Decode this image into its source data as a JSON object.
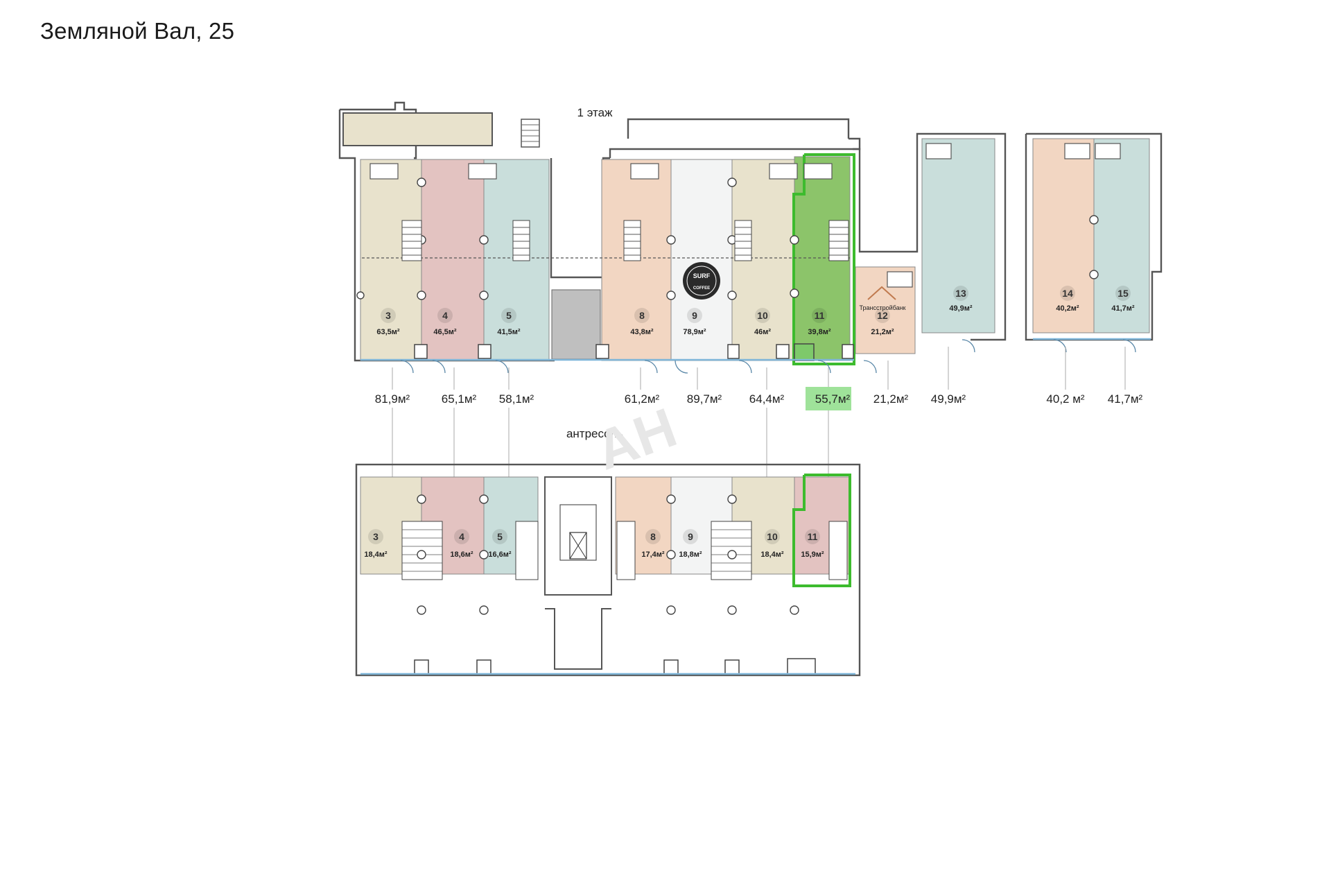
{
  "title": "Земляной Вал, 25",
  "floor_label": "1 этаж",
  "mezzanine_label": "антресоль",
  "colors": {
    "beige": "#e8e2cc",
    "pink": "#e3c3c1",
    "teal": "#c9dedb",
    "peach": "#f2d6c2",
    "light": "#f3f4f4",
    "green": "#8cc46a",
    "highlight": "#3dbb2e",
    "gray": "#bfbfbf"
  },
  "floor_units": [
    {
      "num": "3",
      "area": "63,5м²",
      "color": "beige"
    },
    {
      "num": "4",
      "area": "46,5м²",
      "color": "pink"
    },
    {
      "num": "5",
      "area": "41,5м²",
      "color": "teal"
    },
    {
      "num": "8",
      "area": "43,8м²",
      "color": "peach"
    },
    {
      "num": "9",
      "area": "78,9м²",
      "color": "light"
    },
    {
      "num": "10",
      "area": "46м²",
      "color": "beige"
    },
    {
      "num": "11",
      "area": "39,8м²",
      "color": "green"
    },
    {
      "num": "12",
      "area": "21,2м²",
      "color": "peach"
    },
    {
      "num": "13",
      "area": "49,9м²",
      "color": "teal"
    },
    {
      "num": "14",
      "area": "40,2м²",
      "color": "peach"
    },
    {
      "num": "15",
      "area": "41,7м²",
      "color": "teal"
    }
  ],
  "bank_label": "Трансстройбанк",
  "cafe_logo": {
    "top": "SURF",
    "bottom": "COFFEE"
  },
  "totals": [
    "81,9м²",
    "65,1м²",
    "58,1м²",
    "61,2м²",
    "89,7м²",
    "64,4м²",
    "55,7м²",
    "21,2м²",
    "49,9м²",
    "40,2 м²",
    "41,7м²"
  ],
  "mezzanine_units": [
    {
      "num": "3",
      "area": "18,4м²",
      "color": "beige"
    },
    {
      "num": "4",
      "area": "18,6м²",
      "color": "pink"
    },
    {
      "num": "5",
      "area": "16,6м²",
      "color": "teal"
    },
    {
      "num": "8",
      "area": "17,4м²",
      "color": "peach"
    },
    {
      "num": "9",
      "area": "18,8м²",
      "color": "light"
    },
    {
      "num": "10",
      "area": "18,4м²",
      "color": "beige"
    },
    {
      "num": "11",
      "area": "15,9м²",
      "color": "pink"
    }
  ],
  "watermark": "AH"
}
